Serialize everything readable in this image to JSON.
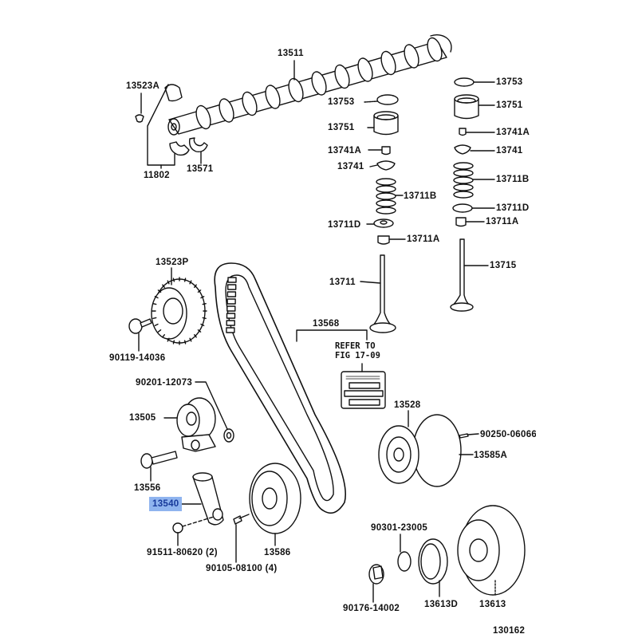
{
  "diagram": {
    "title": "Camshaft & Valve / Timing Belt Parts Diagram",
    "figure_number": "130162",
    "highlight_color": "#8fb4ef",
    "selected_part": "13540",
    "note": "REFER TO\nFIG 17-09",
    "parts": [
      {
        "id": "13511",
        "name": "camshaft"
      },
      {
        "id": "13523A",
        "name": "key"
      },
      {
        "id": "11802",
        "name": "bearing-set"
      },
      {
        "id": "13571",
        "name": "thrust-washer"
      },
      {
        "id": "13753",
        "name": "shim-intake"
      },
      {
        "id": "13751",
        "name": "lifter-intake"
      },
      {
        "id": "13741A",
        "name": "keeper-intake"
      },
      {
        "id": "13741",
        "name": "retainer-intake"
      },
      {
        "id": "13711B",
        "name": "spring-intake"
      },
      {
        "id": "13711D",
        "name": "seat-intake"
      },
      {
        "id": "13711A",
        "name": "seal-intake"
      },
      {
        "id": "13711",
        "name": "valve-intake"
      },
      {
        "id": "13753",
        "name": "shim-exhaust"
      },
      {
        "id": "13751",
        "name": "lifter-exhaust"
      },
      {
        "id": "13741A",
        "name": "keeper-exhaust"
      },
      {
        "id": "13741",
        "name": "retainer-exhaust"
      },
      {
        "id": "13711B",
        "name": "spring-exhaust"
      },
      {
        "id": "13711D",
        "name": "seat-exhaust"
      },
      {
        "id": "13711A",
        "name": "seal-exhaust"
      },
      {
        "id": "13715",
        "name": "valve-exhaust"
      },
      {
        "id": "13523P",
        "name": "camshaft-pulley"
      },
      {
        "id": "90119-14036",
        "name": "pulley-bolt"
      },
      {
        "id": "13568",
        "name": "timing-belt"
      },
      {
        "id": "90201-12073",
        "name": "washer"
      },
      {
        "id": "13505",
        "name": "idler-pulley"
      },
      {
        "id": "13556",
        "name": "pulley-bolt-idler"
      },
      {
        "id": "13540",
        "name": "tensioner"
      },
      {
        "id": "91511-80620 (2)",
        "name": "tensioner-bolt"
      },
      {
        "id": "90105-08100 (4)",
        "name": "bolt"
      },
      {
        "id": "13586",
        "name": "belt-guide-pulley"
      },
      {
        "id": "13528",
        "name": "crankshaft-timing-pulley"
      },
      {
        "id": "90250-06066",
        "name": "pin"
      },
      {
        "id": "13585A",
        "name": "belt-guide"
      },
      {
        "id": "90301-23005",
        "name": "o-ring"
      },
      {
        "id": "13613D",
        "name": "seal"
      },
      {
        "id": "90176-14002",
        "name": "crank-bolt"
      },
      {
        "id": "13613",
        "name": "crankshaft-pulley"
      }
    ]
  }
}
